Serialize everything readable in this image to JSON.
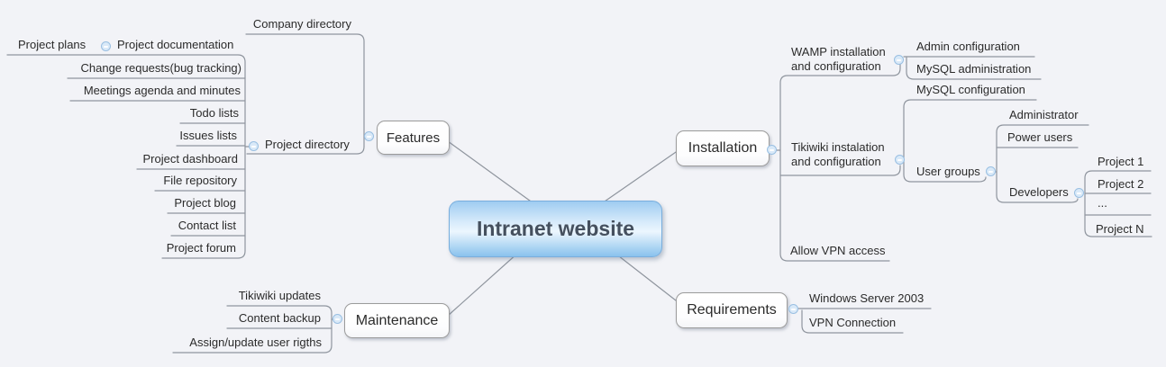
{
  "colors": {
    "background": "#f2f3f7",
    "connector_line": "#8f959e",
    "central_fill_top": "#9fccf1",
    "central_fill_bottom": "#8ac2ee",
    "central_text": "#45505e",
    "node_border": "#9b9b9b",
    "expander_fill": "#d9e9f8",
    "expander_border": "#99bfe2"
  },
  "icons": {
    "expander": "minus-in-circle"
  },
  "mindmap": {
    "root": {
      "label": "Intranet website"
    },
    "branches": [
      {
        "label": "Features",
        "children": [
          {
            "label": "Company directory"
          },
          {
            "label": "Project directory",
            "children": [
              {
                "label": "Project documentation",
                "children": [
                  {
                    "label": "Project plans"
                  }
                ]
              },
              {
                "label": "Change requests(bug tracking)"
              },
              {
                "label": "Meetings agenda and minutes"
              },
              {
                "label": "Todo lists"
              },
              {
                "label": "Issues lists"
              },
              {
                "label": "Project dashboard"
              },
              {
                "label": "File repository"
              },
              {
                "label": "Project blog"
              },
              {
                "label": "Contact list"
              },
              {
                "label": "Project forum"
              }
            ]
          }
        ]
      },
      {
        "label": "Installation",
        "children": [
          {
            "label": "WAMP installation and configuration",
            "lines": [
              "WAMP installation",
              "and configuration"
            ],
            "children": [
              {
                "label": "Admin configuration"
              },
              {
                "label": "MySQL administration"
              }
            ]
          },
          {
            "label": "Tikiwiki instalation and configuration",
            "lines": [
              "Tikiwiki instalation",
              "and configuration"
            ],
            "children": [
              {
                "label": "MySQL configuration"
              },
              {
                "label": "User groups",
                "children": [
                  {
                    "label": "Administrator"
                  },
                  {
                    "label": "Power users"
                  },
                  {
                    "label": "Developers",
                    "children": [
                      {
                        "label": "Project 1"
                      },
                      {
                        "label": "Project 2"
                      },
                      {
                        "label": "..."
                      },
                      {
                        "label": "Project N"
                      }
                    ]
                  }
                ]
              }
            ]
          },
          {
            "label": "Allow VPN access"
          }
        ]
      },
      {
        "label": "Requirements",
        "children": [
          {
            "label": "Windows Server 2003"
          },
          {
            "label": "VPN Connection"
          }
        ]
      },
      {
        "label": "Maintenance",
        "children": [
          {
            "label": "Tikiwiki updates"
          },
          {
            "label": "Content backup"
          },
          {
            "label": "Assign/update user rigths"
          }
        ]
      }
    ]
  }
}
